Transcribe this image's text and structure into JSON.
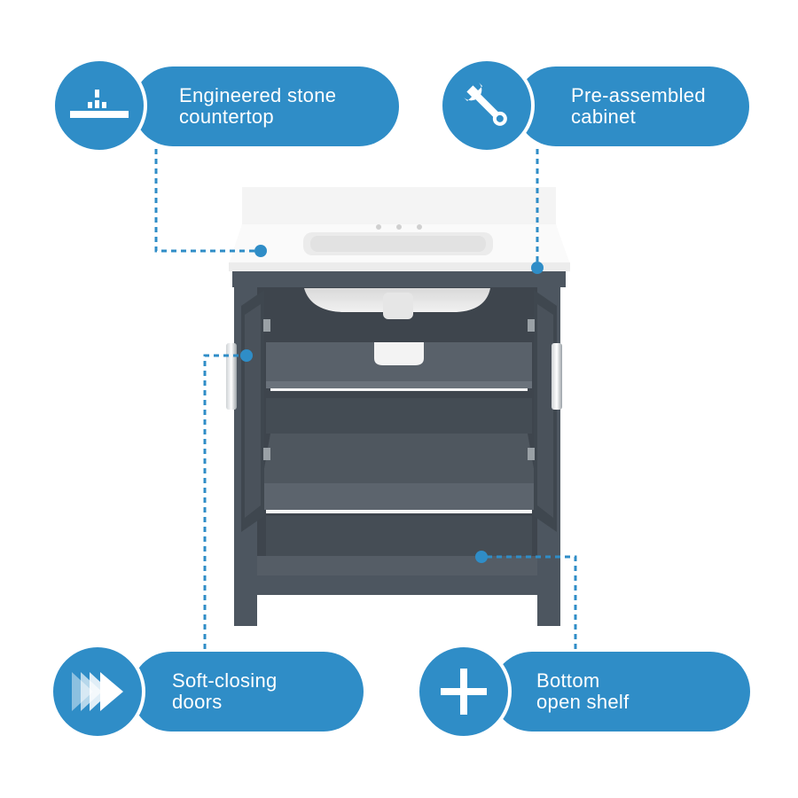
{
  "callouts": {
    "countertop": {
      "label": "Engineered stone\ncountertop",
      "icon": "countertop-icon"
    },
    "cabinet": {
      "label": "Pre-assembled\ncabinet",
      "icon": "wrench-icon"
    },
    "doors": {
      "label": "Soft-closing\ndoors",
      "icon": "fast-forward-icon"
    },
    "shelf": {
      "label": "Bottom\nopen shelf",
      "icon": "plus-icon"
    }
  },
  "colors": {
    "accent": "#2f8dc7",
    "cabinet": "#4d5660",
    "countertop": "#f7f7f7",
    "text": "#ffffff"
  }
}
